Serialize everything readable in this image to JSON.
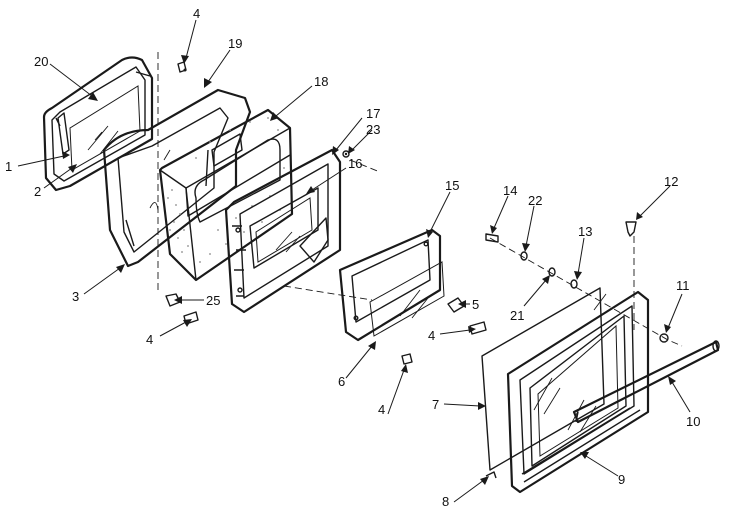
{
  "diagram": {
    "callouts": [
      {
        "id": "c20",
        "label": "20"
      },
      {
        "id": "c4a",
        "label": "4"
      },
      {
        "id": "c19",
        "label": "19"
      },
      {
        "id": "c18",
        "label": "18"
      },
      {
        "id": "c17",
        "label": "17"
      },
      {
        "id": "c23",
        "label": "23"
      },
      {
        "id": "c16",
        "label": "16"
      },
      {
        "id": "c1",
        "label": "1"
      },
      {
        "id": "c2",
        "label": "2"
      },
      {
        "id": "c3",
        "label": "3"
      },
      {
        "id": "c25",
        "label": "25"
      },
      {
        "id": "c4b",
        "label": "4"
      },
      {
        "id": "c15",
        "label": "15"
      },
      {
        "id": "c14",
        "label": "14"
      },
      {
        "id": "c22",
        "label": "22"
      },
      {
        "id": "c13",
        "label": "13"
      },
      {
        "id": "c12",
        "label": "12"
      },
      {
        "id": "c5",
        "label": "5"
      },
      {
        "id": "c21",
        "label": "21"
      },
      {
        "id": "c11",
        "label": "11"
      },
      {
        "id": "c4c",
        "label": "4"
      },
      {
        "id": "c6",
        "label": "6"
      },
      {
        "id": "c4d",
        "label": "4"
      },
      {
        "id": "c7",
        "label": "7"
      },
      {
        "id": "c10",
        "label": "10"
      },
      {
        "id": "c9",
        "label": "9"
      },
      {
        "id": "c8",
        "label": "8"
      }
    ]
  }
}
